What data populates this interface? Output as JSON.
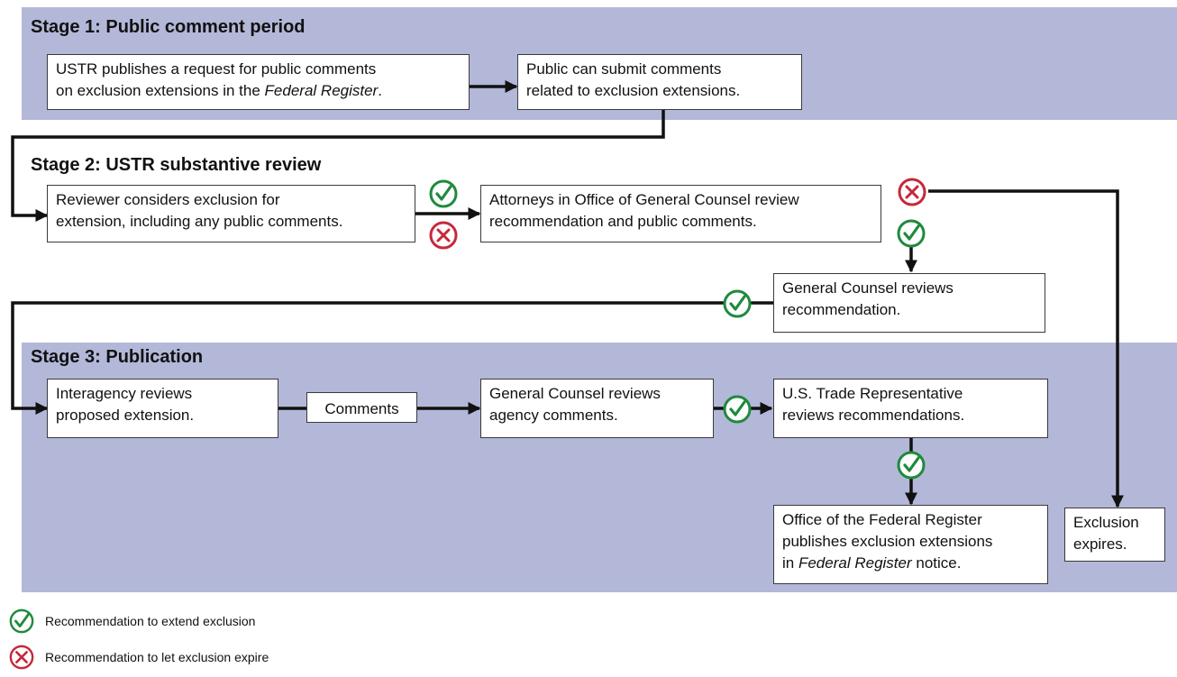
{
  "stages": {
    "s1": "Stage 1: Public comment period",
    "s2": "Stage 2: USTR substantive review",
    "s3": "Stage 3: Publication"
  },
  "boxes": {
    "b1": {
      "pre": "USTR publishes a request for public comments\non exclusion extensions in the ",
      "em": "Federal Register",
      "post": "."
    },
    "b2": "Public can submit comments\nrelated to exclusion extensions.",
    "b3": "Reviewer considers exclusion for\nextension, including any public comments.",
    "b4": "Attorneys in Office of General Counsel review\nrecommendation and public comments.",
    "b5": "General Counsel reviews\nrecommendation.",
    "b6": "Interagency reviews\nproposed extension.",
    "b7": "Comments",
    "b8": "General Counsel reviews\nagency comments.",
    "b9": "U.S. Trade Representative\nreviews recommendations.",
    "b10": {
      "pre": "Office of the Federal Register\npublishes exclusion extensions\nin ",
      "em": "Federal Register",
      "post": " notice."
    },
    "b11": "Exclusion\nexpires."
  },
  "legend": {
    "extend": "Recommendation to extend exclusion",
    "expire": "Recommendation to let exclusion expire"
  },
  "colors": {
    "band": "#b3b8d9",
    "check": "#1f8a3c",
    "cross": "#c8283a",
    "line": "#111111"
  }
}
